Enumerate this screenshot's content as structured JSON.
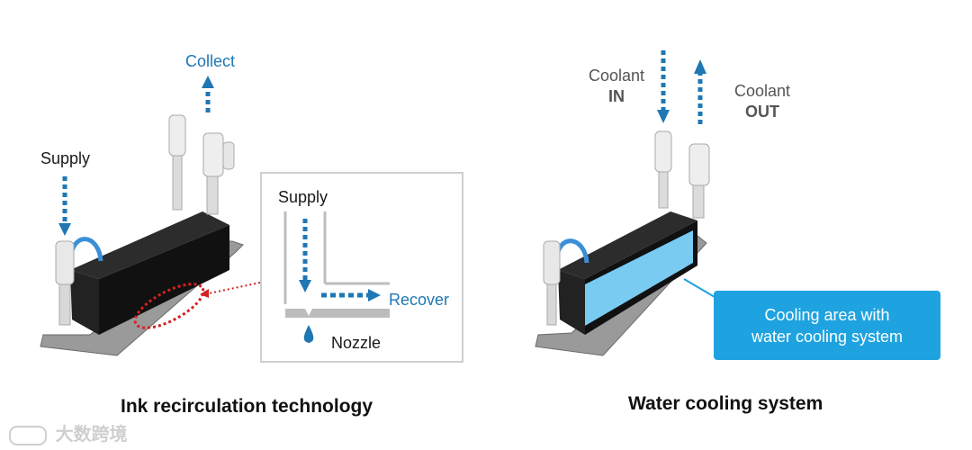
{
  "left": {
    "collect_label": "Collect",
    "supply_label": "Supply",
    "caption": "Ink recirculation technology",
    "detail": {
      "supply_label": "Supply",
      "recover_label": "Recover",
      "nozzle_label": "Nozzle"
    }
  },
  "right": {
    "coolant_in_line1": "Coolant",
    "coolant_in_line2": "IN",
    "coolant_out_line1": "Coolant",
    "coolant_out_line2": "OUT",
    "callout_line1": "Cooling area with",
    "callout_line2": "water cooling system",
    "caption": "Water cooling system"
  },
  "watermark": "大数跨境",
  "colors": {
    "arrow_blue": "#1f77b4",
    "callout_blue": "#1ea3e0",
    "cooling_glow": "#7fd6ff",
    "red_dashed": "#d42020"
  }
}
